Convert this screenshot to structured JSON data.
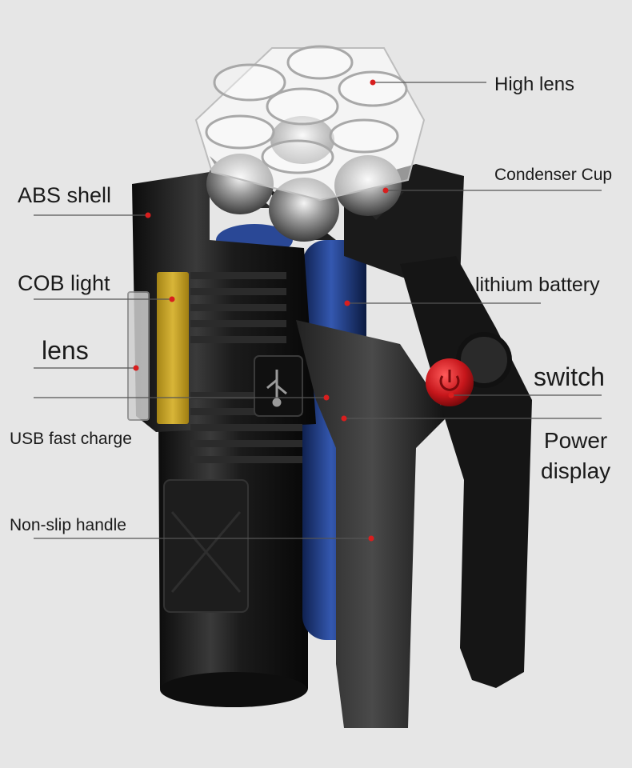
{
  "labels": {
    "high_lens": "High lens",
    "condenser_cup": "Condenser Cup",
    "abs_shell": "ABS shell",
    "cob_light": "COB light",
    "lithium_battery": "lithium battery",
    "lens": "lens",
    "switch": "switch",
    "power_display_line1": "Power",
    "power_display_line2": "display",
    "usb_fast_charge": "USB fast charge",
    "non_slip_handle": "Non-slip handle"
  },
  "colors": {
    "background": "#e6e6e6",
    "body": "#141414",
    "battery": "#1f3e8c",
    "cob_panel": "#c9a526",
    "switch_button": "#c6161b",
    "marker_dot": "#d81e1e",
    "leader_line": "#555555"
  },
  "icons": [
    "usb-icon",
    "power-icon"
  ]
}
